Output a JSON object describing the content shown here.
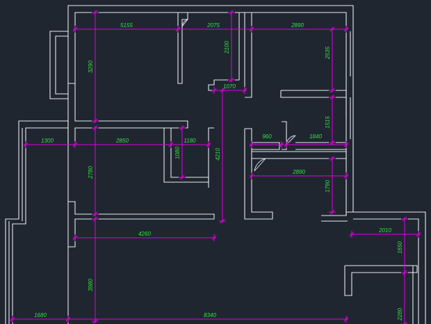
{
  "colors": {
    "background": "#1f2630",
    "wall": "#e8ecf0",
    "dimension_line": "#e000e0",
    "dimension_text": "#2fe63a"
  },
  "dimensions": [
    {
      "id": "d5155",
      "text": "5155"
    },
    {
      "id": "d2075",
      "text": "2075"
    },
    {
      "id": "d2890a",
      "text": "2890"
    },
    {
      "id": "d3290",
      "text": "3290"
    },
    {
      "id": "d2100",
      "text": "2100"
    },
    {
      "id": "d2535",
      "text": "2535"
    },
    {
      "id": "d1070",
      "text": "1070"
    },
    {
      "id": "d1300",
      "text": "1300"
    },
    {
      "id": "d2850",
      "text": "2850"
    },
    {
      "id": "d1180",
      "text": "1180"
    },
    {
      "id": "d1080",
      "text": "1080"
    },
    {
      "id": "d4210",
      "text": "4210"
    },
    {
      "id": "d960",
      "text": "960"
    },
    {
      "id": "d1840",
      "text": "1840"
    },
    {
      "id": "d1515",
      "text": "1515"
    },
    {
      "id": "d2780",
      "text": "2780"
    },
    {
      "id": "d2890b",
      "text": "2890"
    },
    {
      "id": "d1790",
      "text": "1790"
    },
    {
      "id": "d4260",
      "text": "4260"
    },
    {
      "id": "d2010",
      "text": "2010"
    },
    {
      "id": "d1650",
      "text": "1650"
    },
    {
      "id": "d3980",
      "text": "3980"
    },
    {
      "id": "d1680",
      "text": "1680"
    },
    {
      "id": "d8340",
      "text": "8340"
    },
    {
      "id": "d2280",
      "text": "2280"
    }
  ]
}
